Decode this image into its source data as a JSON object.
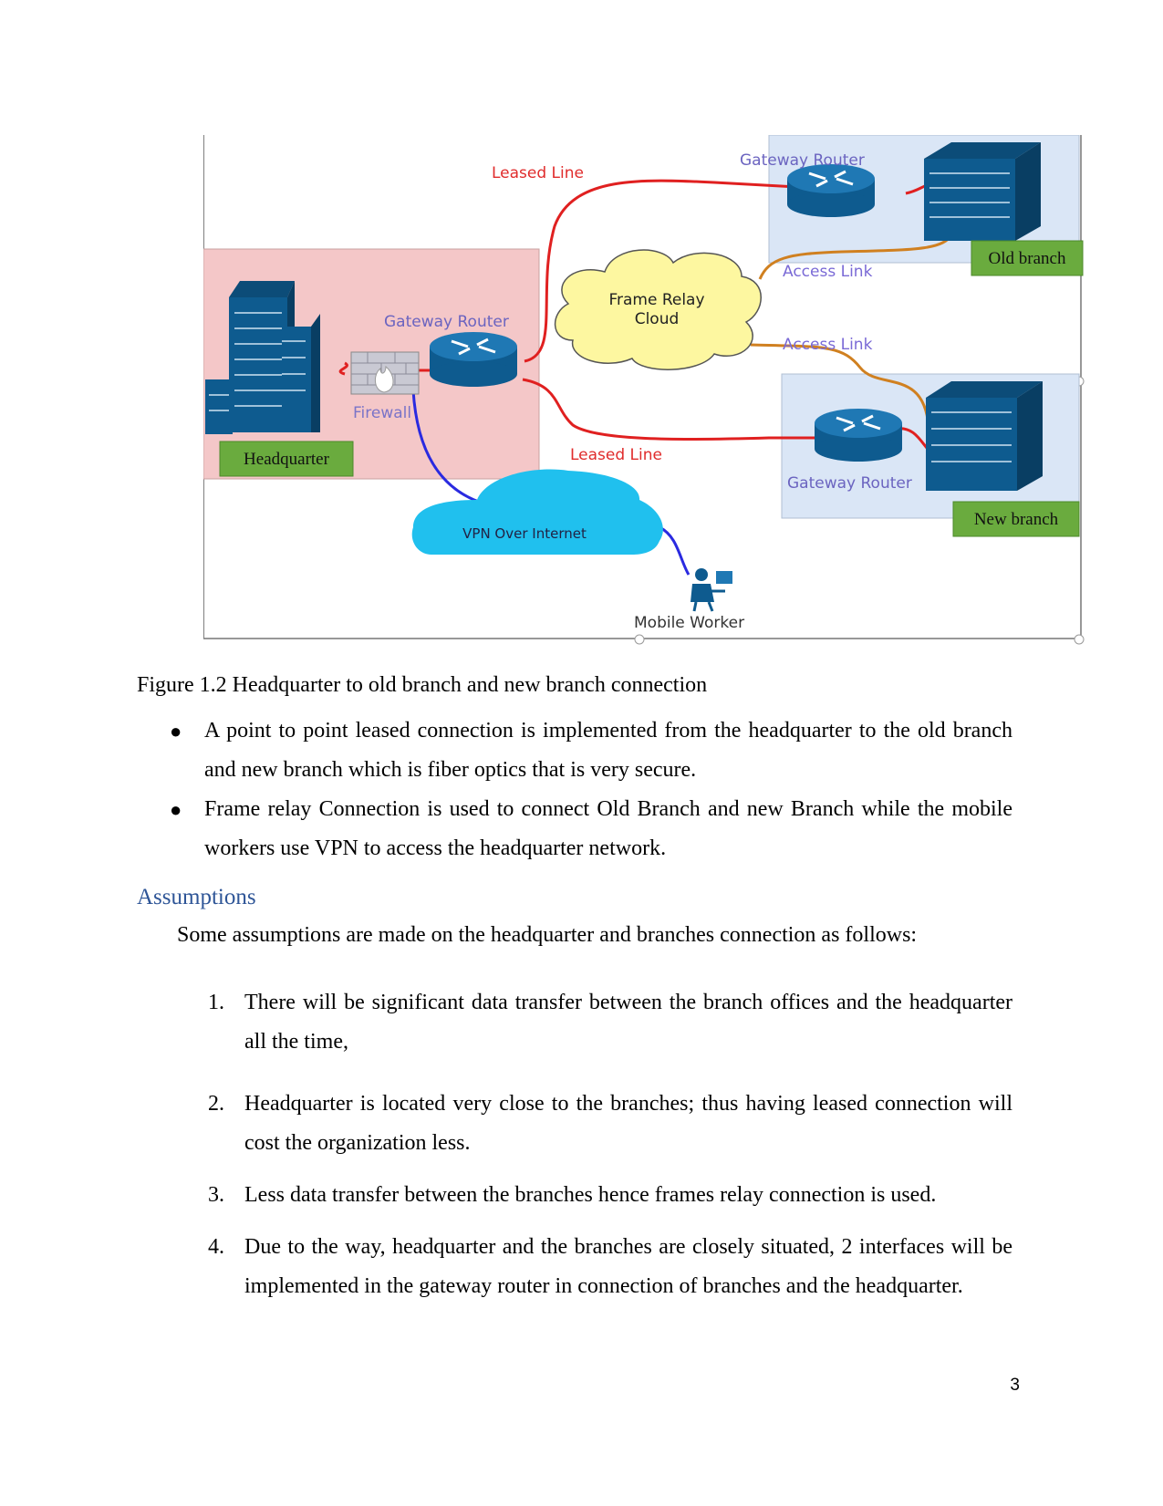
{
  "figure": {
    "labels": {
      "leased_line_top": "Leased Line",
      "gateway_router_old": "Gateway Router",
      "old_branch": "Old branch",
      "access_link_top": "Access Link",
      "frame_relay_line1": "Frame Relay",
      "frame_relay_line2": "Cloud",
      "gateway_router_hq": "Gateway Router",
      "access_link_bottom": "Access Link",
      "firewall": "Firewall",
      "headquarter": "Headquarter",
      "leased_line_bottom": "Leased Line",
      "gateway_router_new": "Gateway Router",
      "new_branch": "New branch",
      "vpn": "VPN Over Internet",
      "mobile_worker": "Mobile Worker"
    },
    "colors": {
      "hq_zone": "#f4c7c8",
      "branch_zone": "#dae6f6",
      "building": "#0e5b8f",
      "label_green": "#6aab3e",
      "leased_line": "#e02020",
      "access_link": "#d08020",
      "vpn_line": "#2a2ae0",
      "cloud_yellow": "#fdf7a0",
      "vpn_cloud": "#20c0ee"
    }
  },
  "caption": "Figure 1.2 Headquarter to old branch and new branch connection",
  "bullets": [
    "A point to point leased connection is implemented from the headquarter to the old branch and new branch which is fiber optics that is very secure.",
    "Frame relay Connection is used to connect Old Branch and new Branch while the mobile workers use VPN to access the headquarter network."
  ],
  "heading": "Assumptions",
  "intro": "Some assumptions are made on the headquarter and branches connection as follows:",
  "assumptions": [
    {
      "num": "1.",
      "text": "There will be significant data transfer between the branch offices and the headquarter all the time,"
    },
    {
      "num": "2.",
      "text": "Headquarter is located very close to the branches; thus having leased connection will cost the organization less."
    },
    {
      "num": "3.",
      "text": "Less data transfer between the branches hence frames relay connection is used."
    },
    {
      "num": "4.",
      "text": "Due to the way, headquarter and the branches are closely situated, 2 interfaces will be implemented in the gateway router in connection of branches and the headquarter."
    }
  ],
  "page_number": "3"
}
